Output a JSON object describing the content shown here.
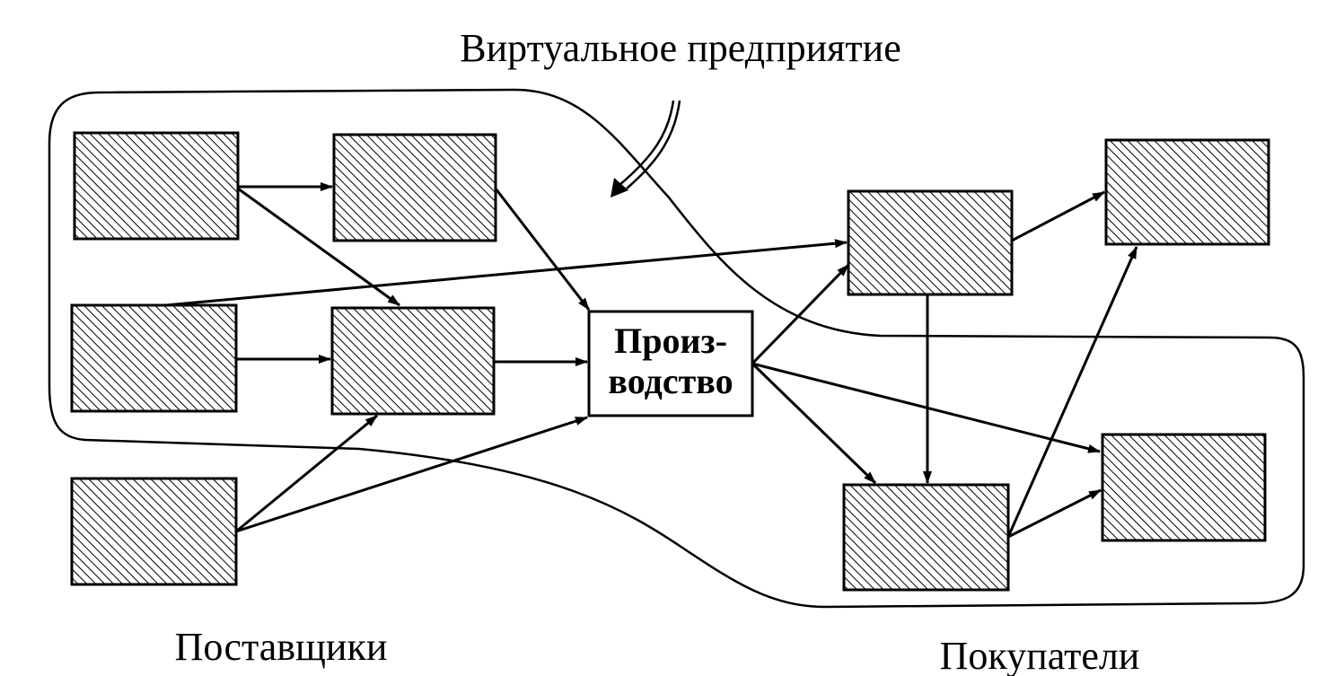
{
  "title": "Виртуальное предприятие",
  "suppliers_label": "Поставщики",
  "buyers_label": "Покупатели",
  "center_node": {
    "line1": "Произ-",
    "line2": "водство"
  },
  "colors": {
    "ink": "#000000",
    "paper": "#ffffff"
  }
}
